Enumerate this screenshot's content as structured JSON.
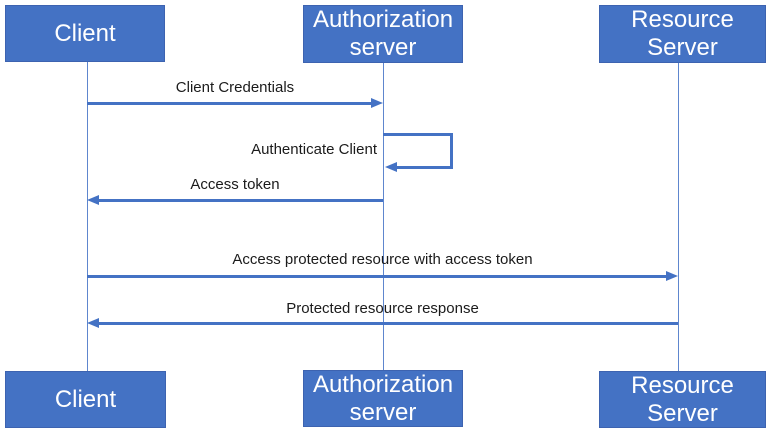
{
  "colors": {
    "background": "#FFFFFF",
    "box_fill": "#4472C4",
    "box_border": "#3D63B0",
    "box_text": "#FFFFFF",
    "arrow": "#4472C4",
    "lifeline": "#5E86CE",
    "label_text": "#1B1B1B"
  },
  "actors": [
    {
      "id": "client",
      "label": "Client"
    },
    {
      "id": "authorization-server",
      "label": "Authorization\nserver"
    },
    {
      "id": "resource-server",
      "label": "Resource\nServer"
    }
  ],
  "messages": [
    {
      "label": "Client Credentials",
      "from": "client",
      "to": "authorization-server",
      "direction": "right"
    },
    {
      "label": "Authenticate Client",
      "from": "authorization-server",
      "to": "authorization-server",
      "direction": "self"
    },
    {
      "label": "Access token",
      "from": "authorization-server",
      "to": "client",
      "direction": "left"
    },
    {
      "label": "Access protected resource with access token",
      "from": "client",
      "to": "resource-server",
      "direction": "right"
    },
    {
      "label": "Protected resource response",
      "from": "resource-server",
      "to": "client",
      "direction": "left"
    }
  ]
}
